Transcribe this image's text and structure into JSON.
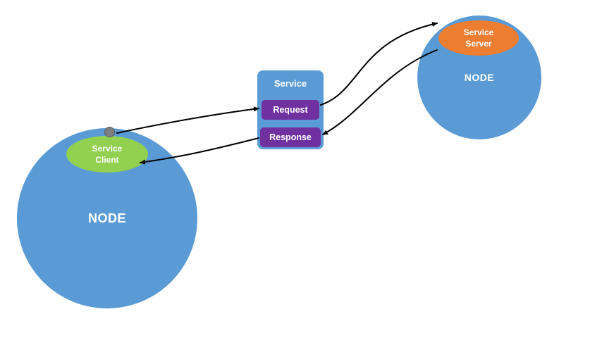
{
  "nodes": {
    "left": {
      "label": "NODE"
    },
    "right": {
      "label": "NODE"
    }
  },
  "service_client": {
    "label": "Service Client"
  },
  "service_server": {
    "label": "Service Server"
  },
  "service_box": {
    "title": "Service",
    "request_label": "Request",
    "response_label": "Response"
  },
  "colors": {
    "node_blue": "#5b9bd5",
    "client_green": "#92d050",
    "server_orange": "#ed7d31",
    "pill_purple": "#7030a0",
    "dot_gray": "#7f7f7f",
    "arrow_black": "#000000",
    "label_white": "#ffffff"
  }
}
